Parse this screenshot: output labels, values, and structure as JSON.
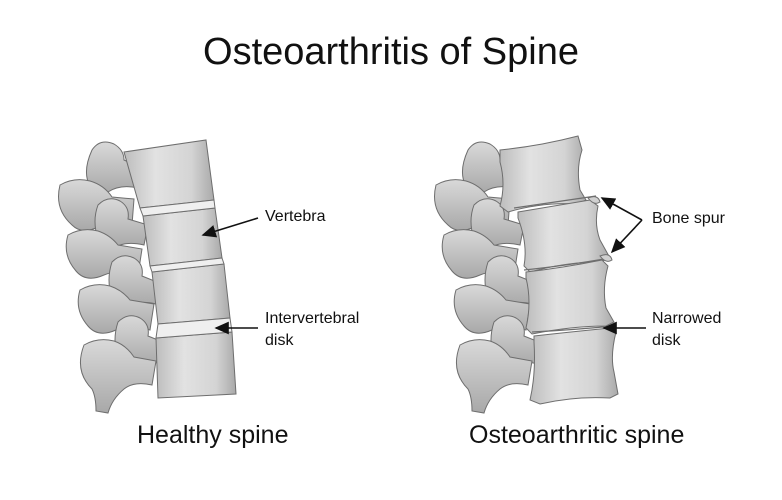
{
  "title": "Osteoarthritis of Spine",
  "captions": {
    "left": "Healthy spine",
    "right": "Osteoarthritic spine"
  },
  "labels": {
    "vertebra": "Vertebra",
    "intervertebral_disk": [
      "Intervertebral",
      "disk"
    ],
    "bone_spur": "Bone spur",
    "narrowed_disk": [
      "Narrowed",
      "disk"
    ]
  },
  "colors": {
    "bone_light": "#dcdcdc",
    "bone_mid": "#c8c8c8",
    "bone_dark": "#9a9a9a",
    "outline": "#6e6e6e",
    "text": "#111111"
  }
}
